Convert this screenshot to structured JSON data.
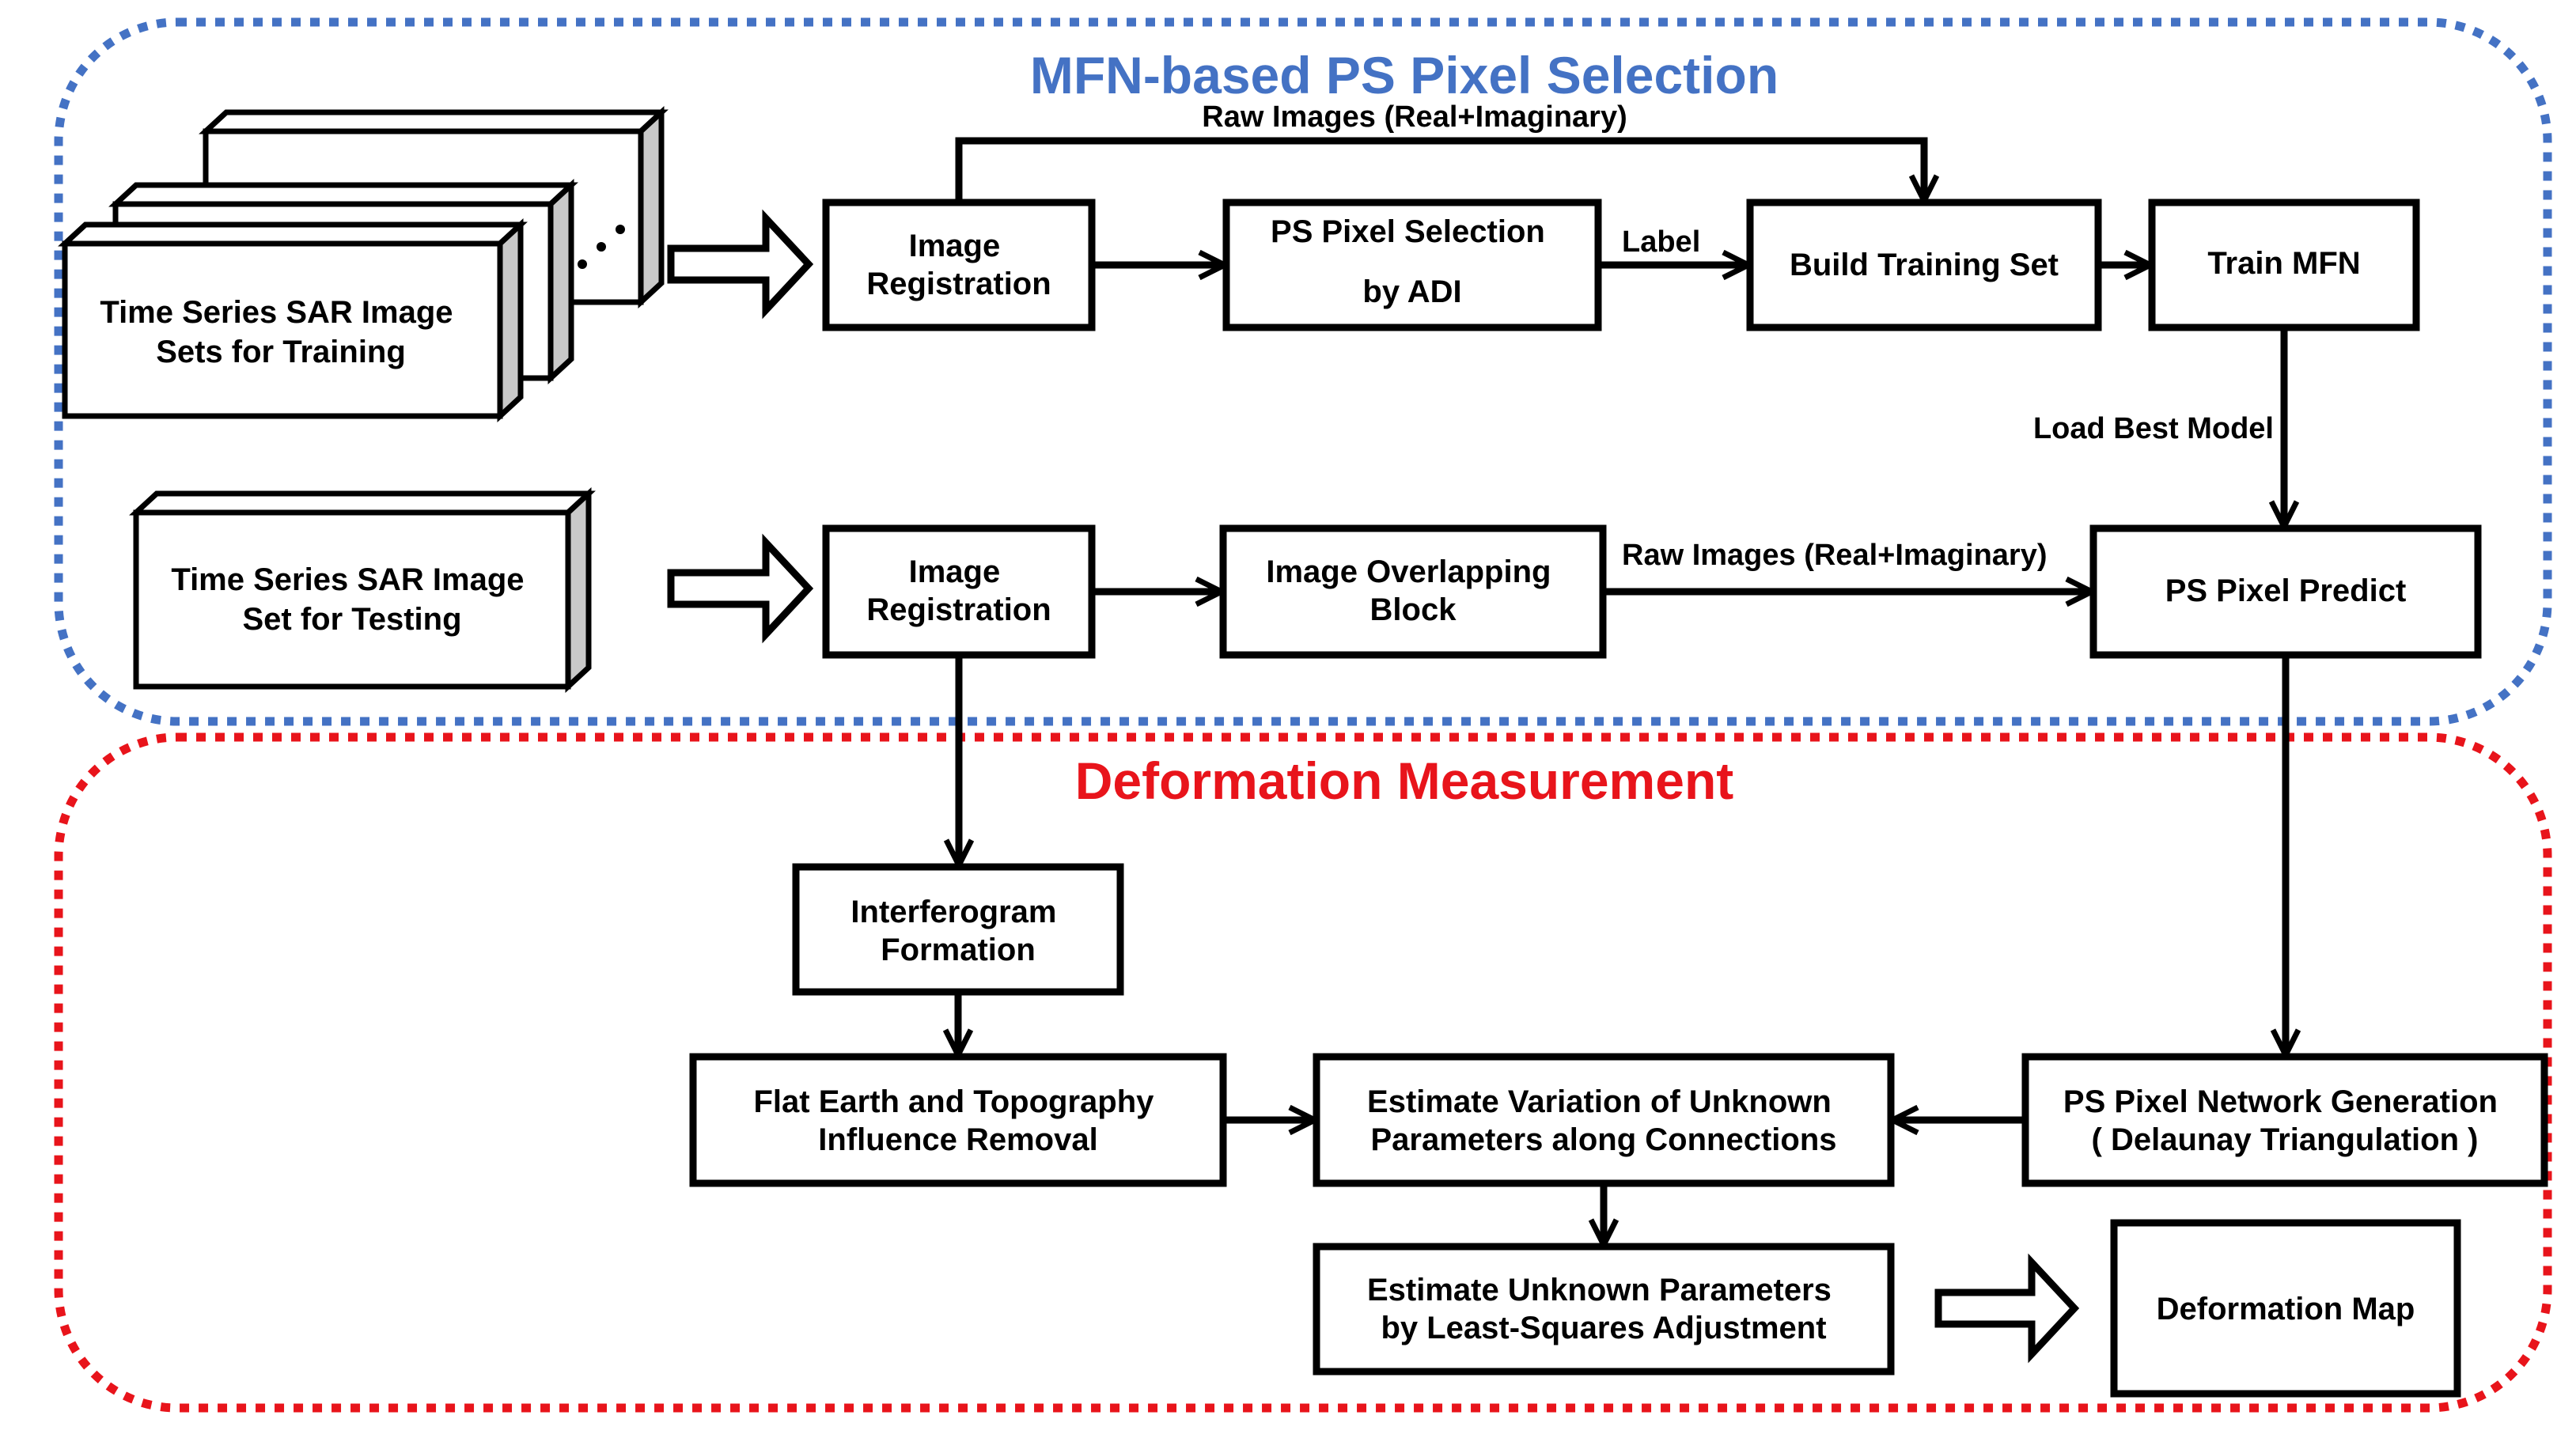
{
  "sections": {
    "selection": {
      "title": "MFN-based PS Pixel Selection",
      "color": "#4472C4"
    },
    "measurement": {
      "title": "Deformation Measurement",
      "color": "#E8141B"
    }
  },
  "nodes": {
    "training_sets": [
      "Time Series SAR Image",
      "Sets for Training"
    ],
    "testing_set": [
      "Time Series SAR Image",
      "Set for Testing"
    ],
    "registration_train": [
      "Image",
      "Registration"
    ],
    "ps_selection_adi": [
      "PS Pixel Selection",
      "by ADI"
    ],
    "build_training_set": [
      "Build Training Set"
    ],
    "train_mfn": [
      "Train MFN"
    ],
    "registration_test": [
      "Image",
      "Registration"
    ],
    "overlapping_block": [
      "Image Overlapping",
      "Block"
    ],
    "ps_predict": [
      "PS Pixel Predict"
    ],
    "interferogram": [
      "Interferogram",
      "Formation"
    ],
    "flat_earth": [
      "Flat Earth and Topography",
      "Influence Removal"
    ],
    "estimate_variation": [
      "Estimate Variation of Unknown",
      "Parameters along Connections"
    ],
    "network_generation": [
      "PS Pixel Network Generation",
      "( Delaunay Triangulation )"
    ],
    "least_squares": [
      "Estimate Unknown Parameters",
      "by Least-Squares Adjustment"
    ],
    "deformation_map": [
      "Deformation Map"
    ]
  },
  "edge_labels": {
    "raw_images_top": "Raw Images (Real+Imaginary)",
    "label": "Label",
    "load_best_model": "Load Best Model",
    "raw_images_mid": "Raw Images (Real+Imaginary)"
  }
}
